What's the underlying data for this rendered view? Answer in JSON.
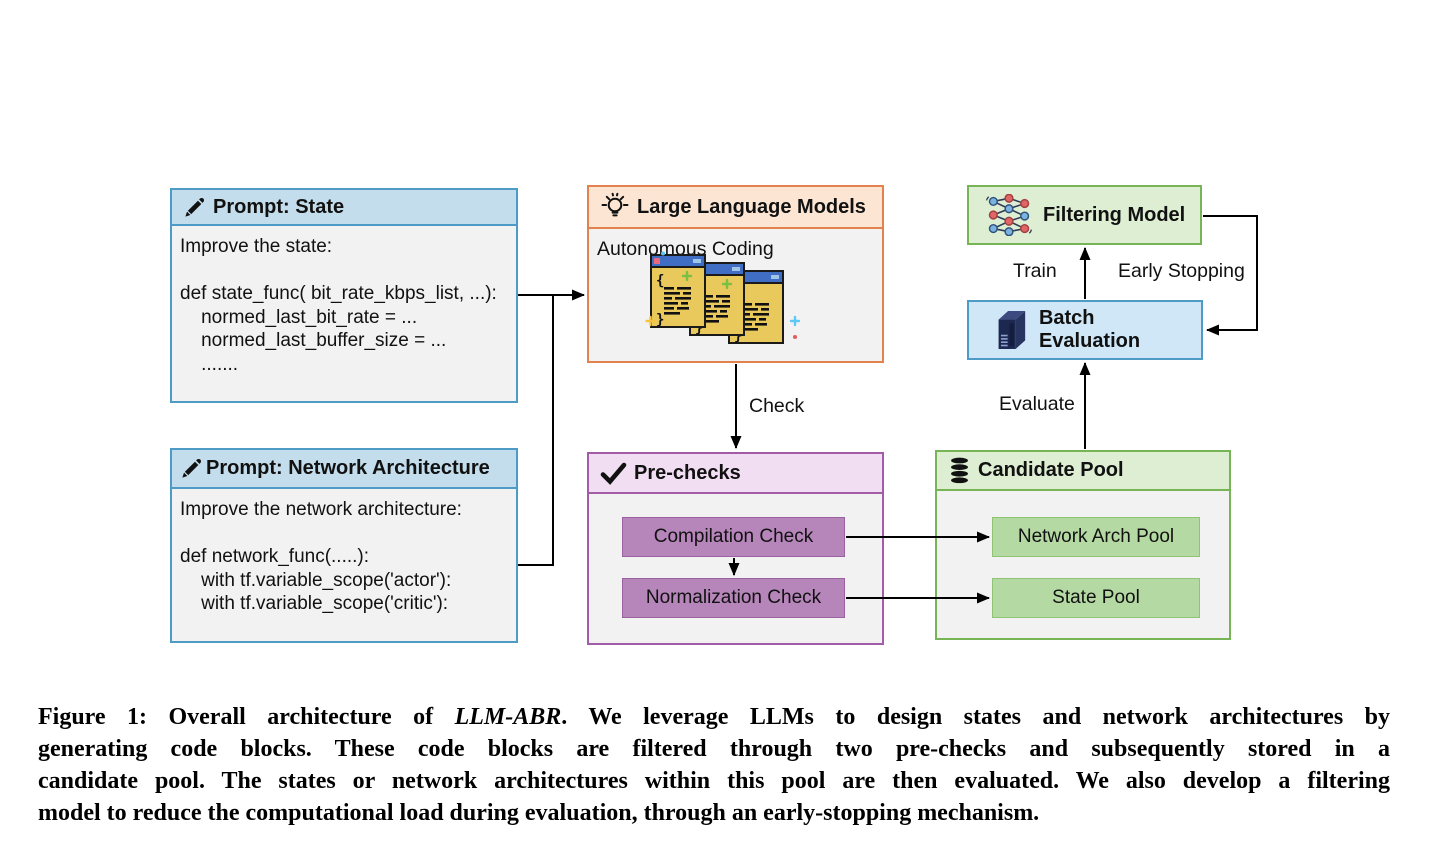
{
  "diagram": {
    "prompt_state": {
      "title": "Prompt: State",
      "icon": "pencil-icon",
      "lines": [
        "Improve the state:",
        "",
        "def state_func( bit_rate_kbps_list, ...):",
        "    normed_last_bit_rate = ...",
        "    normed_last_buffer_size = ...",
        "    ......."
      ]
    },
    "prompt_network": {
      "title": "Prompt: Network Architecture",
      "icon": "pencil-icon",
      "lines": [
        "Improve the network architecture:",
        "",
        "def network_func(.....):",
        "    with tf.variable_scope('actor'):",
        "    with tf.variable_scope('critic'):"
      ]
    },
    "llm": {
      "title": "Large Language Models",
      "icon": "lightbulb-icon",
      "subtitle": "Autonomous Coding",
      "graphic": "code-windows-icon"
    },
    "prechecks": {
      "title": "Pre-checks",
      "icon": "check-icon",
      "items": [
        "Compilation Check",
        "Normalization Check"
      ]
    },
    "candidate_pool": {
      "title": "Candidate Pool",
      "icon": "database-icon",
      "items": [
        "Network Arch Pool",
        "State Pool"
      ]
    },
    "filtering_model": {
      "title": "Filtering Model",
      "icon": "neural-network-icon"
    },
    "batch_evaluation": {
      "title": "Batch Evaluation",
      "icon": "server-icon"
    },
    "edge_labels": {
      "check": "Check",
      "evaluate": "Evaluate",
      "train": "Train",
      "early_stopping": "Early Stopping"
    },
    "colors": {
      "blue_border": "#4f9bc8",
      "blue_fill": "#c3ddec",
      "orange_border": "#e2824e",
      "orange_fill": "#fce6d3",
      "purple_border": "#a35ca8",
      "purple_fill": "#f2def2",
      "purple_chip": "#b685ba",
      "green_border": "#76b455",
      "green_fill": "#ddeed3",
      "green_chip": "#b4d9a3",
      "batch_fill": "#cfe7f6",
      "body_fill": "#f2f2f2",
      "arrow": "#000000"
    }
  },
  "caption": {
    "line1_pre": "Figure 1: Overall architecture of ",
    "line1_italic": "LLM-ABR",
    "line1_post": ". We leverage LLMs to design states and network architectures by",
    "line2": "generating code blocks. These code blocks are filtered through two pre-checks and subsequently stored in a",
    "line3": "candidate pool. The states or network architectures within this pool are then evaluated. We also develop a filtering",
    "line4": "model to reduce the computational load during evaluation, through an early-stopping mechanism."
  }
}
